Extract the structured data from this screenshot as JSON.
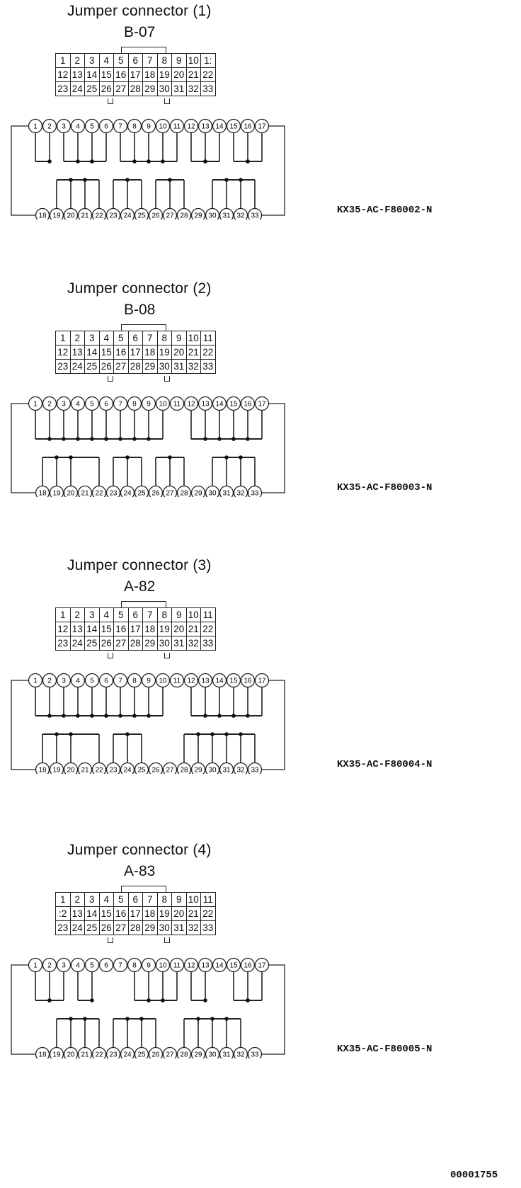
{
  "connectors": [
    {
      "title": "Jumper connector (1)",
      "code": "B-07",
      "part_number": "KX35-AC-F80002-N",
      "grid_rows": [
        [
          "1",
          "2",
          "3",
          "4",
          "5",
          "6",
          "7",
          "8",
          "9",
          "10",
          "1:"
        ],
        [
          "12",
          "13",
          "14",
          "15",
          "16",
          "17",
          "18",
          "19",
          "20",
          "21",
          "22"
        ],
        [
          "23",
          "24",
          "25",
          "26",
          "27",
          "28",
          "29",
          "30",
          "31",
          "32",
          "33"
        ]
      ],
      "top_groups": [
        [
          1,
          2
        ],
        [
          3,
          4,
          5,
          6
        ],
        [
          7,
          8,
          9,
          10,
          11
        ],
        [
          12,
          13,
          14
        ],
        [
          15,
          16,
          17
        ]
      ],
      "bottom_groups": [
        [
          19,
          20,
          21,
          22
        ],
        [
          23,
          24,
          25
        ],
        [
          26,
          27,
          28
        ],
        [
          30,
          31,
          32,
          33
        ]
      ]
    },
    {
      "title": "Jumper connector (2)",
      "code": "B-08",
      "part_number": "KX35-AC-F80003-N",
      "grid_rows": [
        [
          "1",
          "2",
          "3",
          "4",
          "5",
          "6",
          "7",
          "8",
          "9",
          "10",
          "11"
        ],
        [
          "12",
          "13",
          "14",
          "15",
          "16",
          "17",
          "18",
          "19",
          "20",
          "21",
          "22"
        ],
        [
          "23",
          "24",
          "25",
          "26",
          "27",
          "28",
          "29",
          "30",
          "31",
          "32",
          "33"
        ]
      ],
      "top_groups": [
        [
          1,
          2,
          3,
          4,
          5,
          6,
          7,
          8,
          9,
          10
        ],
        [
          12,
          13,
          14,
          15,
          16,
          17
        ]
      ],
      "bottom_groups": [
        [
          18,
          19,
          20,
          22
        ],
        [
          23,
          24,
          25
        ],
        [
          26,
          27,
          28
        ],
        [
          30,
          31,
          32,
          33
        ]
      ]
    },
    {
      "title": "Jumper connector (3)",
      "code": "A-82",
      "part_number": "KX35-AC-F80004-N",
      "grid_rows": [
        [
          "1",
          "2",
          "3",
          "4",
          "5",
          "6",
          "7",
          "8",
          "9",
          "10",
          "11"
        ],
        [
          "12",
          "13",
          "14",
          "15",
          "16",
          "17",
          "18",
          "19",
          "20",
          "21",
          "22"
        ],
        [
          "23",
          "24",
          "25",
          "26",
          "27",
          "28",
          "29",
          "30",
          "31",
          "32",
          "33"
        ]
      ],
      "top_groups": [
        [
          1,
          2,
          3,
          4,
          5,
          6,
          7,
          8,
          9,
          10
        ],
        [
          12,
          13,
          14,
          15,
          16,
          17
        ]
      ],
      "bottom_groups": [
        [
          18,
          19,
          20,
          22
        ],
        [
          23,
          24,
          25
        ],
        [
          28,
          29,
          30,
          31,
          32,
          33
        ]
      ]
    },
    {
      "title": "Jumper connector (4)",
      "code": "A-83",
      "part_number": "KX35-AC-F80005-N",
      "grid_rows": [
        [
          "1",
          "2",
          "3",
          "4",
          "5",
          "6",
          "7",
          "8",
          "9",
          "10",
          "11"
        ],
        [
          ":2",
          "13",
          "14",
          "15",
          "16",
          "17",
          "18",
          "19",
          "20",
          "21",
          "22"
        ],
        [
          "23",
          "24",
          "25",
          "26",
          "27",
          "28",
          "29",
          "30",
          "31",
          "32",
          "33"
        ]
      ],
      "top_groups": [
        [
          1,
          2,
          3
        ],
        [
          4,
          5
        ],
        [
          8,
          9,
          10,
          11
        ],
        [
          12,
          13
        ],
        [
          15,
          16,
          17
        ]
      ],
      "bottom_groups": [
        [
          19,
          20,
          21,
          22
        ],
        [
          23,
          24,
          25,
          26
        ],
        [
          28,
          29,
          30,
          31,
          32
        ]
      ]
    }
  ],
  "pins_top": [
    "1",
    "2",
    "3",
    "4",
    "5",
    "6",
    "7",
    "8",
    "9",
    "10",
    "11",
    "12",
    "13",
    "14",
    "15",
    "16",
    "17"
  ],
  "pins_bottom": [
    "18",
    "19",
    "20",
    "21",
    "22",
    "23",
    "24",
    "25",
    "26",
    "27",
    "28",
    "29",
    "30",
    "31",
    "32",
    "33"
  ],
  "footer_code": "00001755"
}
